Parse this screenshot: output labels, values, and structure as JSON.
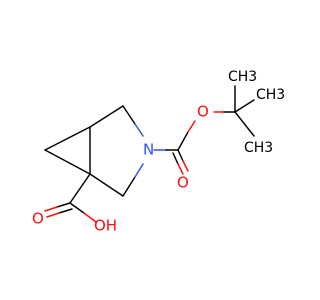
{
  "atoms": {
    "nitrogen": "N",
    "ester_oxygen": "O",
    "carbonyl_oxygen_boc": "O",
    "carbonyl_oxygen_acid": "O",
    "hydroxyl": "OH",
    "methyl_top": "CH3",
    "methyl_right": "CH3",
    "methyl_bottom": "CH3"
  },
  "colors": {
    "carbon_bond": "#000000",
    "oxygen": "#ff0d0d",
    "nitrogen": "#3050f8",
    "background": "#ffffff"
  }
}
